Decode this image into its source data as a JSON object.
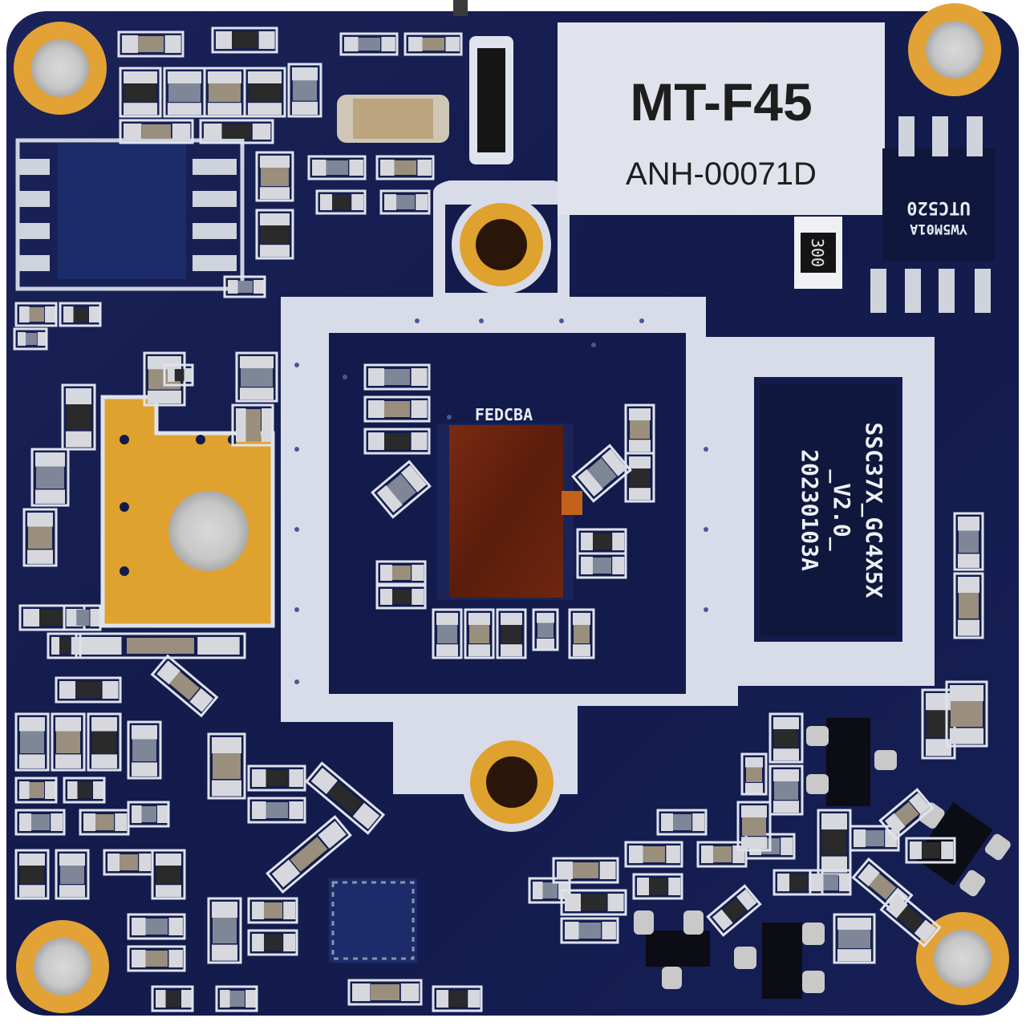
{
  "colors": {
    "board": "#141c4f",
    "board_dark": "#0d133a",
    "silkscreen": "#dfe3ee",
    "gold": "#e0a22e",
    "label_bg": "#dde0ea",
    "chip": "#1c2c6a",
    "sensor": "#6b2410"
  },
  "sticker": {
    "model": "MT-F45",
    "code": "ANH-00071D"
  },
  "chips": {
    "main_line1": "SSC37X_GC4X5X",
    "main_line2": "_V2.0_",
    "main_line3": "20230103A",
    "reg_line1": "YW5M01A",
    "reg_line2": "UTC520",
    "sensor_mark": "FEDCBA",
    "resistor_mark": "300"
  }
}
